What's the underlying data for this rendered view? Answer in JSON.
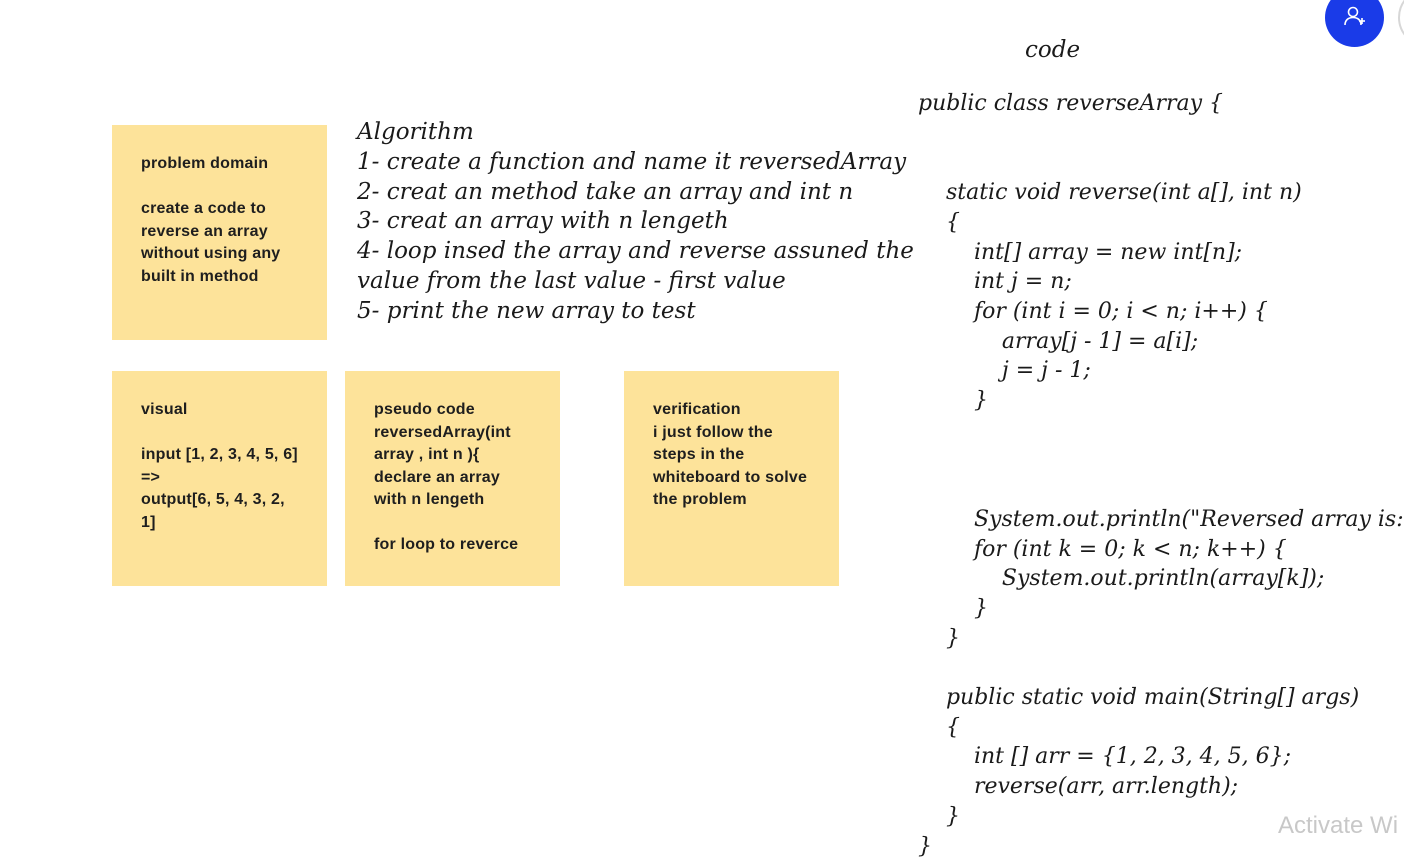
{
  "notes": {
    "problem_domain": "problem domain\n\ncreate a code to reverse an array without using any built in method",
    "visual": "visual\n\ninput [1, 2, 3, 4, 5, 6] =>\noutput[6, 5, 4, 3, 2, 1]",
    "pseudo_code": "pseudo code\nreversedArray(int array , int n ){\ndeclare an array with n lengeth\n\nfor loop to reverce",
    "verification": "verification\ni just follow the steps in the whiteboard to solve the problem",
    "color": "#fde39a"
  },
  "algorithm": {
    "text": "Algorithm\n1- create a function and name it reversedArray\n2- creat an method take an array and int n\n3- creat an array with n lengeth\n4- loop insed the array and reverse assuned the\nvalue from the last value - first value\n5- print the new array to test"
  },
  "code": {
    "heading": "code",
    "body": "public class reverseArray {\n\n\n    static void reverse(int a[], int n)\n    {\n        int[] array = new int[n];\n        int j = n;\n        for (int i = 0; i < n; i++) {\n            array[j - 1] = a[i];\n            j = j - 1;\n        }\n\n\n\n        System.out.println(\"Reversed array is:\n        for (int k = 0; k < n; k++) {\n            System.out.println(array[k]);\n        }\n    }\n\n    public static void main(String[] args)\n    {\n        int [] arr = {1, 2, 3, 4, 5, 6};\n        reverse(arr, arr.length);\n    }\n}"
  },
  "toolbar": {
    "add_user_icon": "add-user-icon",
    "accent_color": "#1a3be8"
  },
  "watermark": {
    "text": "Activate Wi"
  }
}
